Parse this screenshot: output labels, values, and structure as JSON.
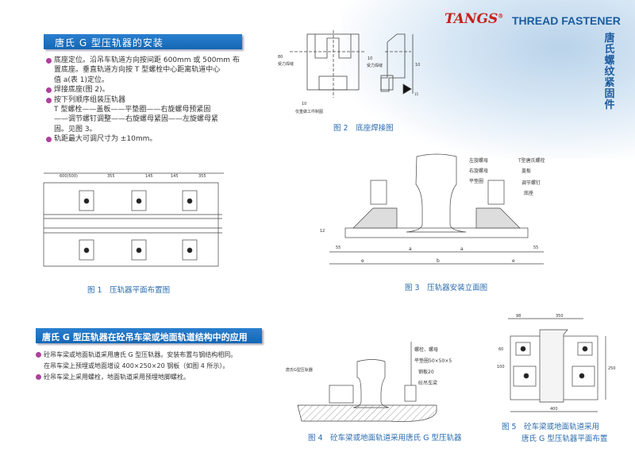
{
  "header": {
    "logo": "TANGS",
    "brand": "THREAD FASTENER",
    "vertical_title": "唐氏螺纹紧固件"
  },
  "section1": {
    "title": "唐氏 G 型压轨器的安装",
    "bullets": [
      {
        "lines": [
          "底座定位。沿吊车轨道方向按间距 600mm 或 500mm 布",
          "置底座。垂直轨道方向按 T 型螺栓中心距离轨道中心",
          "值 a(表 1)定位。"
        ]
      },
      {
        "lines": [
          "焊接底座(图 2)。"
        ]
      },
      {
        "lines": [
          "按下列顺序组装压轨器",
          "T 型螺栓——盖板——平垫圈——右旋螺母预紧固",
          "——调节螺钉调整——右旋螺母紧固——左旋螺母紧",
          "固。见图 3。"
        ]
      },
      {
        "lines": [
          "轨距最大可调尺寸为 ±10mm。"
        ]
      }
    ]
  },
  "section2": {
    "title": "唐氏 G 型压轨器在砼吊车梁或地面轨道结构中的应用",
    "bullets": [
      {
        "lines": [
          "砼吊车梁或地面轨道采用唐氏 G 型压轨器。安装布置与钢结构相同。",
          "在吊车梁上预埋或地面增设 400×250×20 钢板（如图 4 所示）。"
        ]
      },
      {
        "lines": [
          "砼吊车梁上采用螺栓，地面轨道采用预埋地脚螺栓。"
        ]
      }
    ]
  },
  "fig1": {
    "caption": "图 1　压轨器平面布置图",
    "dims": [
      "600(500)",
      "355",
      "145",
      "145",
      "355"
    ]
  },
  "fig2": {
    "caption": "图 2　底座焊接图",
    "labels": [
      "受力焊缝",
      "受力焊缝",
      "仅重做工件制图",
      "10",
      "10",
      "10",
      "80",
      "15"
    ]
  },
  "fig3": {
    "caption": "图 3　压轨器安装立面图",
    "labels": [
      "左旋螺母",
      "右旋螺母",
      "平垫圈",
      "T型唐氏螺栓",
      "盖板",
      "调节螺钉",
      "底座"
    ],
    "dims": [
      "a",
      "a",
      "b",
      "e",
      "e",
      "55",
      "55",
      "12"
    ]
  },
  "fig4": {
    "caption": "图 4　砼车梁或地面轨道采用唐氏 G 型压轨器",
    "labels": [
      "唐氏G型压轨器",
      "螺栓、螺母",
      "平垫圈50×50×5",
      "钢板20",
      "砼吊车梁"
    ]
  },
  "fig5": {
    "caption_line1": "图 5　砼车梁或地面轨道采用",
    "caption_line2": "唐氏 G 型压轨器平面布置",
    "dims": [
      "98",
      "350",
      "60",
      "100",
      "250",
      "400"
    ]
  }
}
